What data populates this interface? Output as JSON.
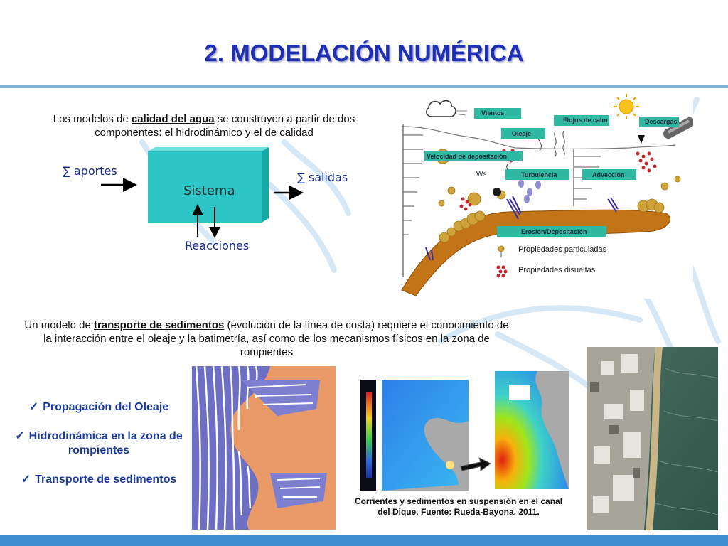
{
  "slide": {
    "title": "2. MODELACIÓN NUMÉRICA",
    "colors": {
      "title": "#1f2fb4",
      "rule": "#7fb2dd",
      "footer": "#3d8fd0",
      "label_box": "#2fb9a3",
      "sediment": "#c27417"
    }
  },
  "intro": {
    "pre": "Los modelos de ",
    "bold": "calidad del agua",
    "post": " se construyen a partir de dos componentes: el hidrodinámico y el de calidad"
  },
  "system_diagram": {
    "inputs": "∑ aportes",
    "outputs": "∑ salidas",
    "box": "Sistema",
    "reactions": "Reacciones"
  },
  "schematic": {
    "labels": {
      "winds": "Vientos",
      "heat_flux": "Flujos de calor",
      "discharges": "Descargas",
      "waves": "Oleaje",
      "settling_velocity": "Velocidad de depositación",
      "turbulence": "Turbulencia",
      "advection": "Advección",
      "erosion": "Erosión/Depositación",
      "ws": "Ws"
    },
    "legend": {
      "particulate": "Propiedades particuladas",
      "dissolved": "Propiedades disueltas"
    },
    "icons": [
      "cloud-icon",
      "sun-icon",
      "pipe-icon"
    ]
  },
  "sediment": {
    "pre": "Un modelo de ",
    "bold": "transporte de sedimentos",
    "post": "  (evolución de la línea de costa) requiere el conocimiento de la interacción entre el oleaje y la batimetría, así como de los mecanismos físicos en la zona de rompientes"
  },
  "checklist": [
    "Propagación del Oleaje",
    "Hidrodinámica en la zona de rompientes",
    "Transporte de sedimentos"
  ],
  "caption": "Corrientes y sedimentos en suspensión en el canal del Dique. Fuente: Rueda-Bayona, 2011."
}
